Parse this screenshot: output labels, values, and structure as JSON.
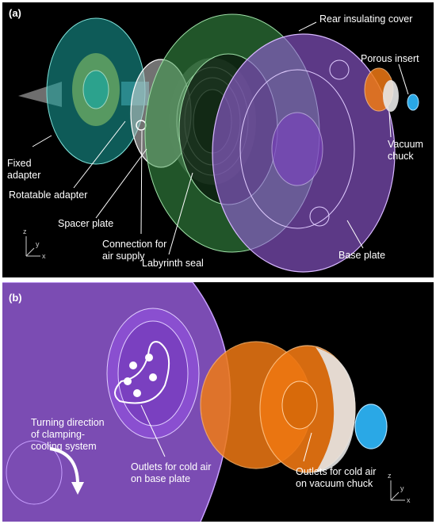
{
  "colors": {
    "background": "#000000",
    "fixed_adapter": "#1aa6a0",
    "rear_cover": "#3d9a4a",
    "base_plate": "#9a5fe0",
    "vacuum_chuck": "#f07a14",
    "porous_insert": "#2aa8e6",
    "spacer": "#cfcfcf",
    "labels": "#ffffff"
  },
  "panel_a": {
    "panel_label": "(a)",
    "labels": {
      "rear_insulating_cover": "Rear insulating cover",
      "porous_insert": "Porous insert",
      "vacuum_chuck": "Vacuum\nchuck",
      "fixed_adapter": "Fixed\nadapter",
      "rotatable_adapter": "Rotatable adapter",
      "spacer_plate": "Spacer plate",
      "connection_air_supply": "Connection for\nair supply",
      "labyrinth_seal": "Labyrinth seal",
      "base_plate": "Base plate"
    },
    "axes": {
      "z": "z",
      "y": "y",
      "x": "x"
    }
  },
  "panel_b": {
    "panel_label": "(b)",
    "labels": {
      "turning_direction": "Turning direction\nof clamping-\ncooling system",
      "outlets_base_plate": "Outlets for cold air\non base plate",
      "outlets_vacuum_chuck": "Outlets for cold air\non vacuum chuck"
    },
    "axes": {
      "z": "z",
      "y": "y",
      "x": "x"
    }
  }
}
